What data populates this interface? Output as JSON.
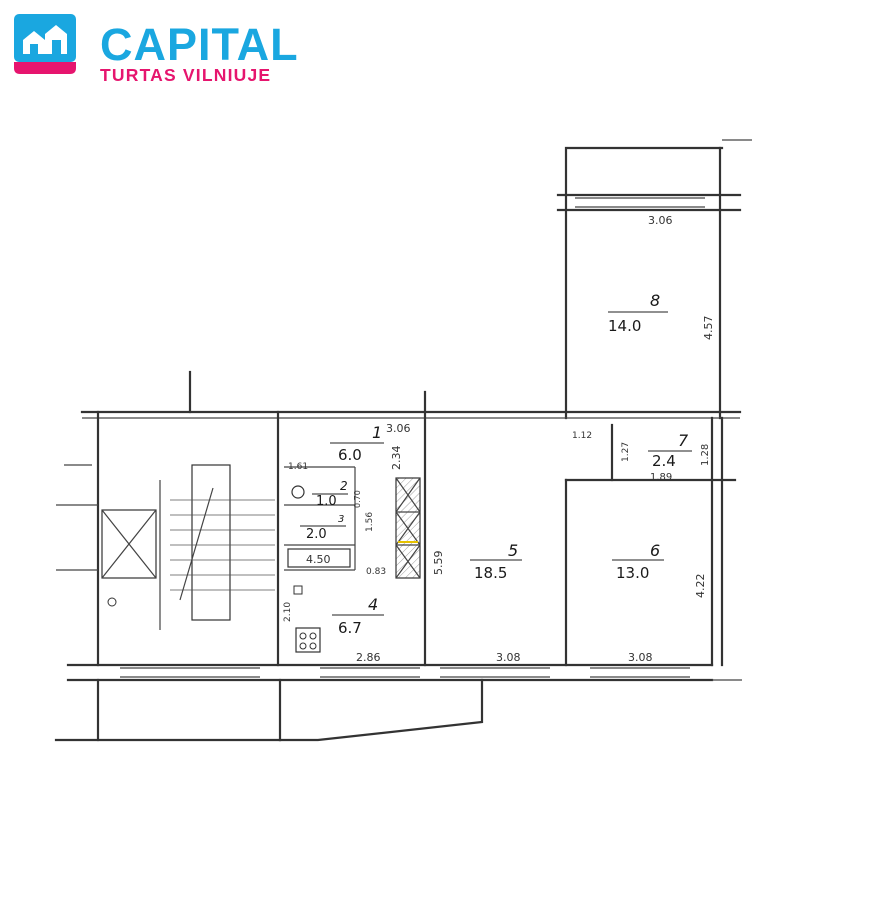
{
  "brand": {
    "name": "CAPITAL",
    "tagline": "TURTAS VILNIUJE",
    "colors": {
      "primary": "#1aa7e0",
      "accent": "#e6156e"
    },
    "logo_icon": "house-icon"
  },
  "rooms": [
    {
      "id": "1",
      "area": "6.0"
    },
    {
      "id": "2",
      "area": "1.0"
    },
    {
      "id": "3",
      "area": "2.0"
    },
    {
      "id": "4",
      "area": "6.7"
    },
    {
      "id": "5",
      "area": "18.5"
    },
    {
      "id": "6",
      "area": "13.0"
    },
    {
      "id": "7",
      "area": "2.4"
    },
    {
      "id": "8",
      "area": "14.0"
    }
  ],
  "dimensions": {
    "d_306_room8": "3.06",
    "d_457": "4.57",
    "d_306_room1": "3.06",
    "d_234": "2.34",
    "d_161": "1.61",
    "d_156": "1.56",
    "d_070": "0.70",
    "d_450": "4.50",
    "d_083": "0.83",
    "d_559": "5.59",
    "d_210": "2.10",
    "d_286": "2.86",
    "d_308_a": "3.08",
    "d_308_b": "3.08",
    "d_422": "4.22",
    "d_112": "1.12",
    "d_127": "1.27",
    "d_128": "1.28",
    "d_189": "1.89"
  }
}
